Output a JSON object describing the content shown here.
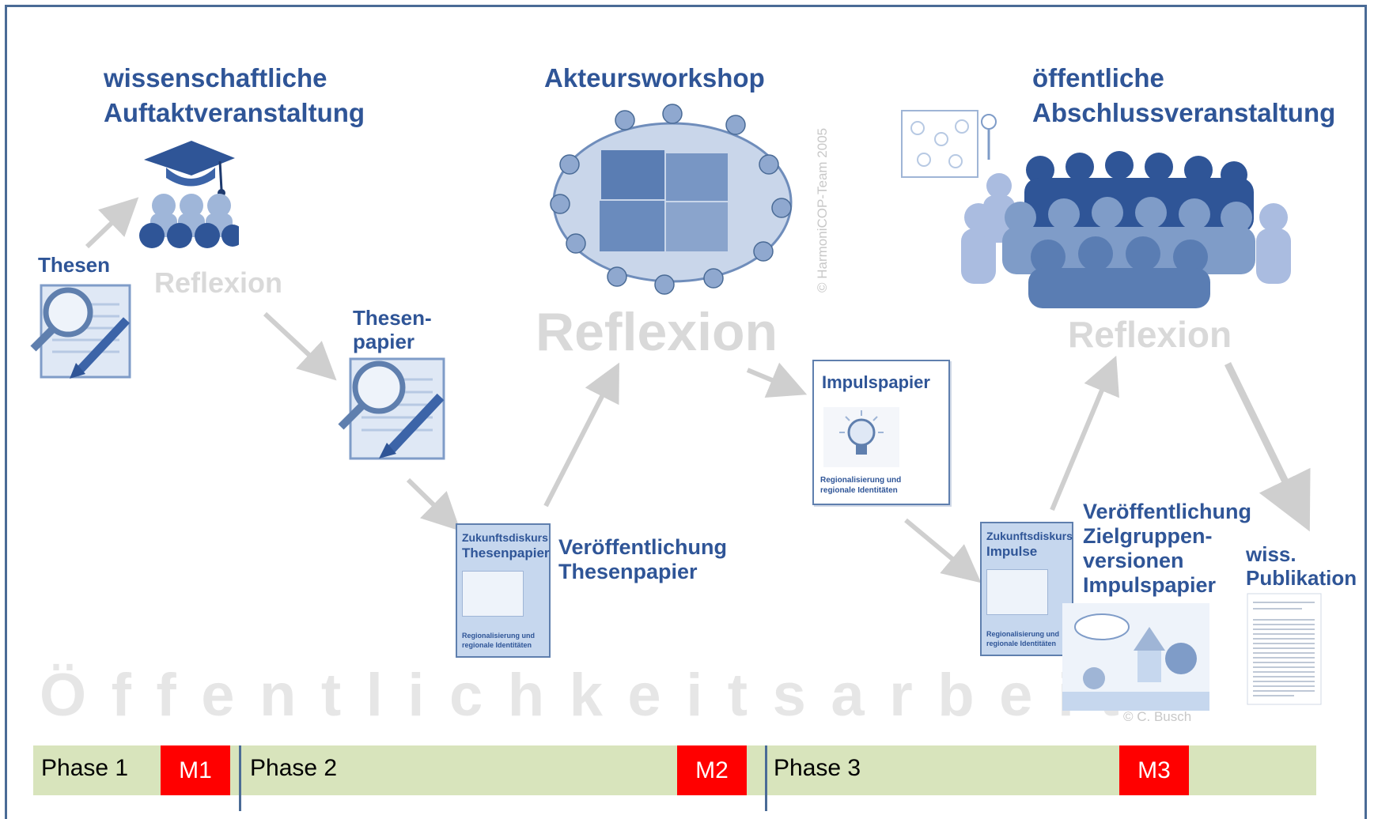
{
  "events": {
    "kickoff": [
      "wissenschaftliche",
      "Auftaktveranstaltung"
    ],
    "workshop": "Akteursworkshop",
    "closing": [
      "öffentliche",
      "Abschlussveranstaltung"
    ]
  },
  "labels": {
    "thesen": "Thesen",
    "thesenpapier": [
      "Thesen-",
      "papier"
    ],
    "pub_thesenpapier": [
      "Veröffentlichung",
      "Thesenpapier"
    ],
    "pub_zielgruppen": [
      "Veröffentlichung",
      "Zielgruppen-",
      "versionen",
      "Impulspapier"
    ],
    "wiss_publikation": [
      "wiss.",
      "Publikation"
    ]
  },
  "reflexion": [
    "Reflexion",
    "Reflexion",
    "Reflexion"
  ],
  "background_text": "Öffentlichkeitsarbeit",
  "credits": {
    "harmonicop": "© HarmoniCOP-Team 2005",
    "busch": "© C. Busch"
  },
  "documents": {
    "thesenpapier_cover": {
      "series": "Zukunftsdiskurs",
      "title": "Thesenpapier",
      "footer": [
        "Regionalisierung und",
        "regionale Identitäten"
      ]
    },
    "impulspapier": {
      "title": "Impulspapier",
      "footer": [
        "Regionalisierung und",
        "regionale Identitäten"
      ]
    },
    "impulse_cover": {
      "series": "Zukunftsdiskurs",
      "title": "Impulse",
      "footer": [
        "Regionalisierung und",
        "regionale Identitäten"
      ]
    }
  },
  "timeline": {
    "phases": [
      "Phase 1",
      "Phase 2",
      "Phase 3"
    ],
    "milestones": [
      "M1",
      "M2",
      "M3"
    ]
  },
  "colors": {
    "accent_blue": "#2f5597",
    "reflexion_gray": "#d9d9d9",
    "phase_bar": "#d8e4bc",
    "milestone": "#ff0000",
    "frame": "#4a6b96"
  }
}
